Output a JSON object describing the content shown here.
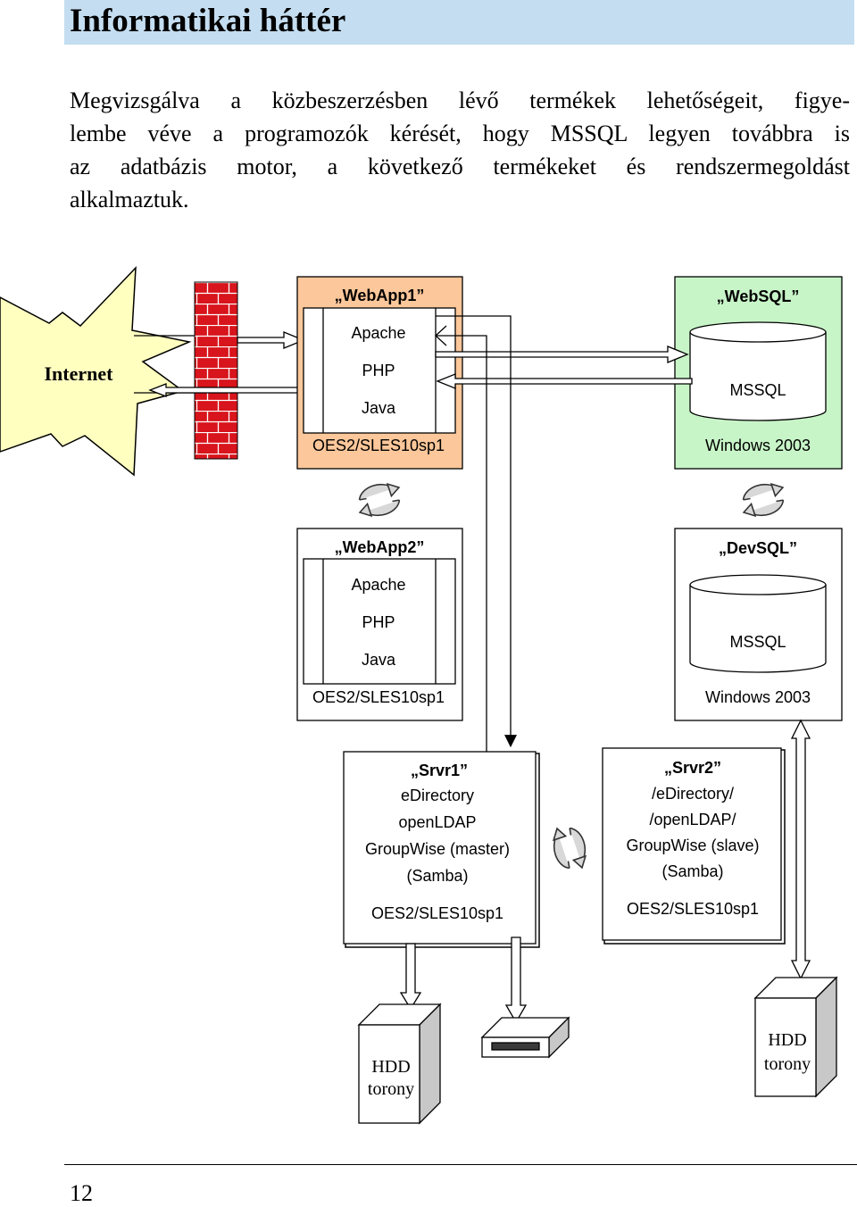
{
  "page": {
    "title": "Informatikai háttér",
    "intro_lines": [
      "Megvizsgálva a közbeszerzésben lévő termékek lehetőségeit, figye-",
      "lembe véve a programozók kérését, hogy MSSQL legyen továbbra is",
      "az adatbázis motor, a következő termékeket és rendszermegoldást",
      "alkalmaztuk."
    ],
    "page_number": "12"
  },
  "diagram": {
    "internet": "Internet",
    "webapp1": {
      "name": "„WebApp1”",
      "items": [
        "Apache",
        "PHP",
        "Java"
      ],
      "os": "OES2/SLES10sp1"
    },
    "webapp2": {
      "name": "„WebApp2”",
      "items": [
        "Apache",
        "PHP",
        "Java"
      ],
      "os": "OES2/SLES10sp1"
    },
    "websql": {
      "name": "„WebSQL”",
      "db": "MSSQL",
      "os": "Windows 2003"
    },
    "devsql": {
      "name": "„DevSQL”",
      "db": "MSSQL",
      "os": "Windows 2003"
    },
    "srvr1": {
      "name": "„Srvr1”",
      "items": [
        "eDirectory",
        "openLDAP",
        "GroupWise (master)",
        "(Samba)"
      ],
      "os": "OES2/SLES10sp1"
    },
    "srvr2": {
      "name": "„Srvr2”",
      "items": [
        "/eDirectory/",
        "/openLDAP/",
        "GroupWise (slave)",
        "(Samba)"
      ],
      "os": "OES2/SLES10sp1"
    },
    "hdd_left": {
      "line1": "HDD",
      "line2": "torony"
    },
    "hdd_right": {
      "line1": "HDD",
      "line2": "torony"
    },
    "colors": {
      "title_bar": "#c4ddf0",
      "internet_burst": "#ffffc0",
      "firewall": "#d8141c",
      "webapp1_fill": "#fcc79a",
      "websql_fill": "#c8f5c8"
    }
  }
}
